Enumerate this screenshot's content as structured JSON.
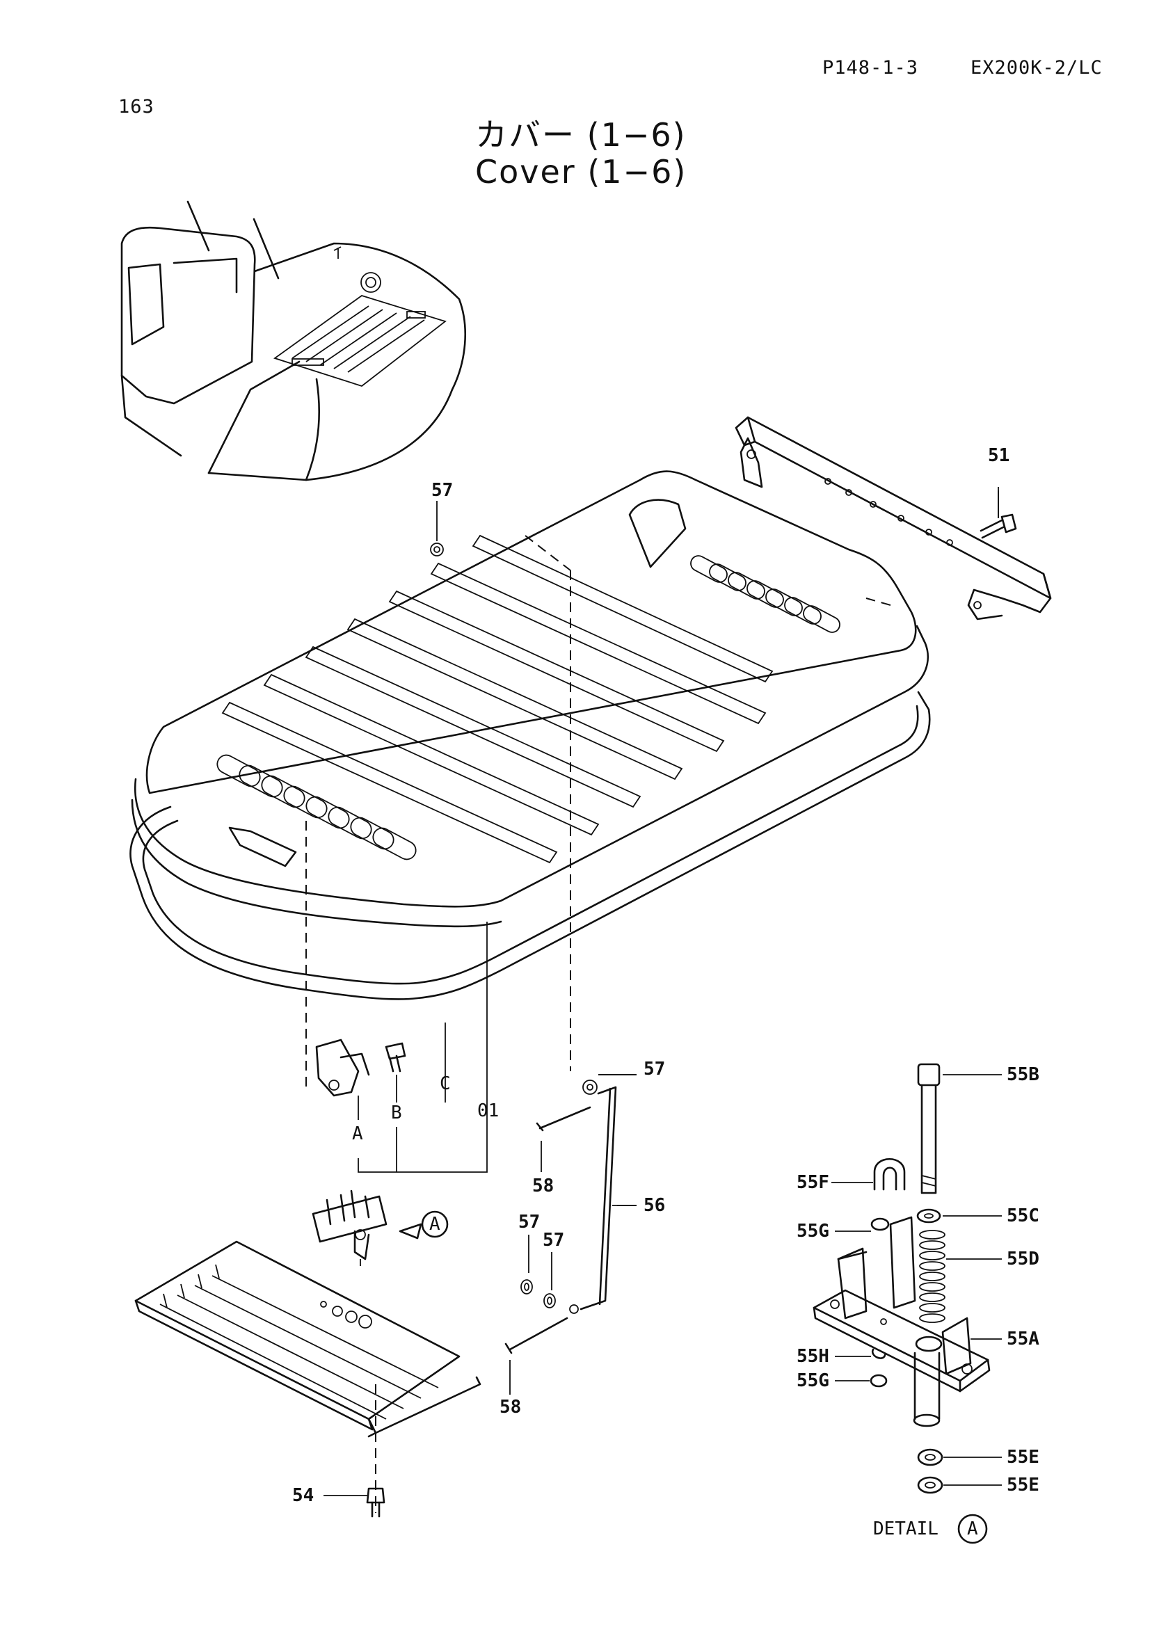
{
  "header": {
    "page_code": "P148-1-3",
    "model": "EX200K-2/LC",
    "page_number": "163"
  },
  "title": {
    "jp": "カバー (1−6)",
    "en": "Cover (1−6)"
  },
  "callouts": {
    "p51": "51",
    "p57_top": "57",
    "p57_mid": "57",
    "p57_a": "57",
    "p57_b": "57",
    "p58_top": "58",
    "p58_bottom": "58",
    "p56": "56",
    "p54": "54",
    "p01": "01",
    "pA": "A",
    "pB": "B",
    "pC": "C",
    "p55B": "55B",
    "p55F": "55F",
    "p55C": "55C",
    "p55G_top": "55G",
    "p55D": "55D",
    "p55A": "55A",
    "p55H": "55H",
    "p55G_bottom": "55G",
    "p55E_top": "55E",
    "p55E_bottom": "55E",
    "circle_A": "A",
    "detail_circle": "A"
  },
  "detail": {
    "label": "DETAIL"
  }
}
